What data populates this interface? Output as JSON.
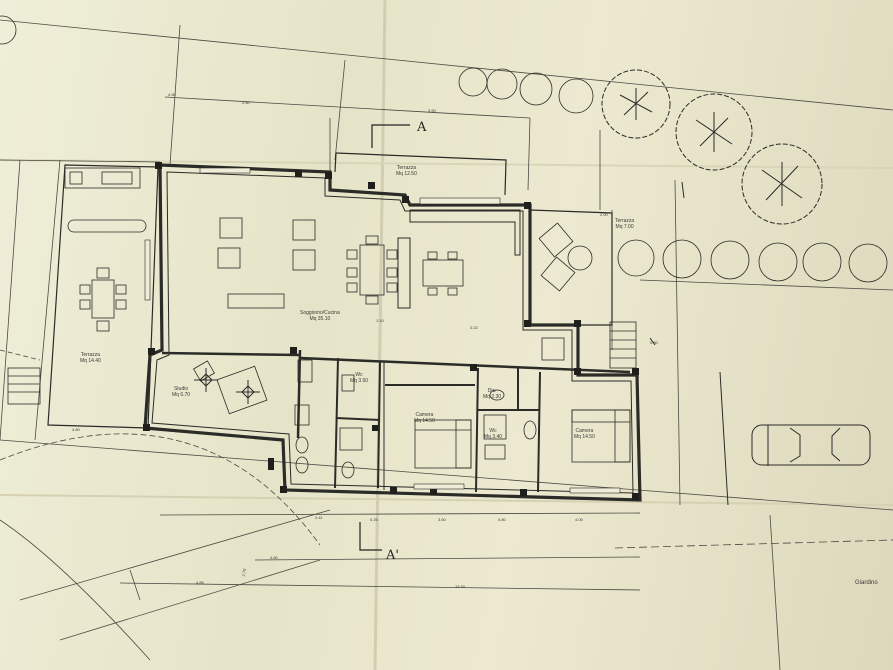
{
  "section_marks": {
    "top": "A",
    "bottom": "A'"
  },
  "rooms": [
    {
      "id": "terrazza-north",
      "name": "Terrazza",
      "area": "Mq 12.50"
    },
    {
      "id": "terrazza-west",
      "name": "Terrazza",
      "area": "Mq 14.40"
    },
    {
      "id": "terrazza-east",
      "name": "Terrazza",
      "area": "Mq 7.00"
    },
    {
      "id": "soggiorno",
      "name": "Soggiorno/Cucina",
      "area": "Mq 35.10"
    },
    {
      "id": "studio",
      "name": "Studio",
      "area": "Mq 6.70"
    },
    {
      "id": "bagno-1",
      "name": "Wc",
      "area": "Mq 3.50"
    },
    {
      "id": "disimpegno",
      "name": "Dis.",
      "area": "Mq 2.30"
    },
    {
      "id": "camera-1",
      "name": "Camera",
      "area": "Mq 14.50"
    },
    {
      "id": "bagno-2",
      "name": "Wc",
      "area": "Mq 3.40"
    },
    {
      "id": "camera-2",
      "name": "Camera",
      "area": "Mq 14.50"
    }
  ],
  "dimensions": [
    "2.80",
    "4.85",
    "2.70",
    "2.41",
    "3.60",
    "0.80",
    "0.25",
    "4.05",
    "4.80",
    "13.30",
    "4.80",
    "0.22",
    "1.10",
    "0.80",
    "4.50",
    "3.90",
    "2.00"
  ],
  "garden_label": "Giardino",
  "colors": {
    "ink": "#2b2b28",
    "paper": "#e9e6cf",
    "paper_light": "#f1f0dc",
    "pencil": "#6b6a5e"
  }
}
